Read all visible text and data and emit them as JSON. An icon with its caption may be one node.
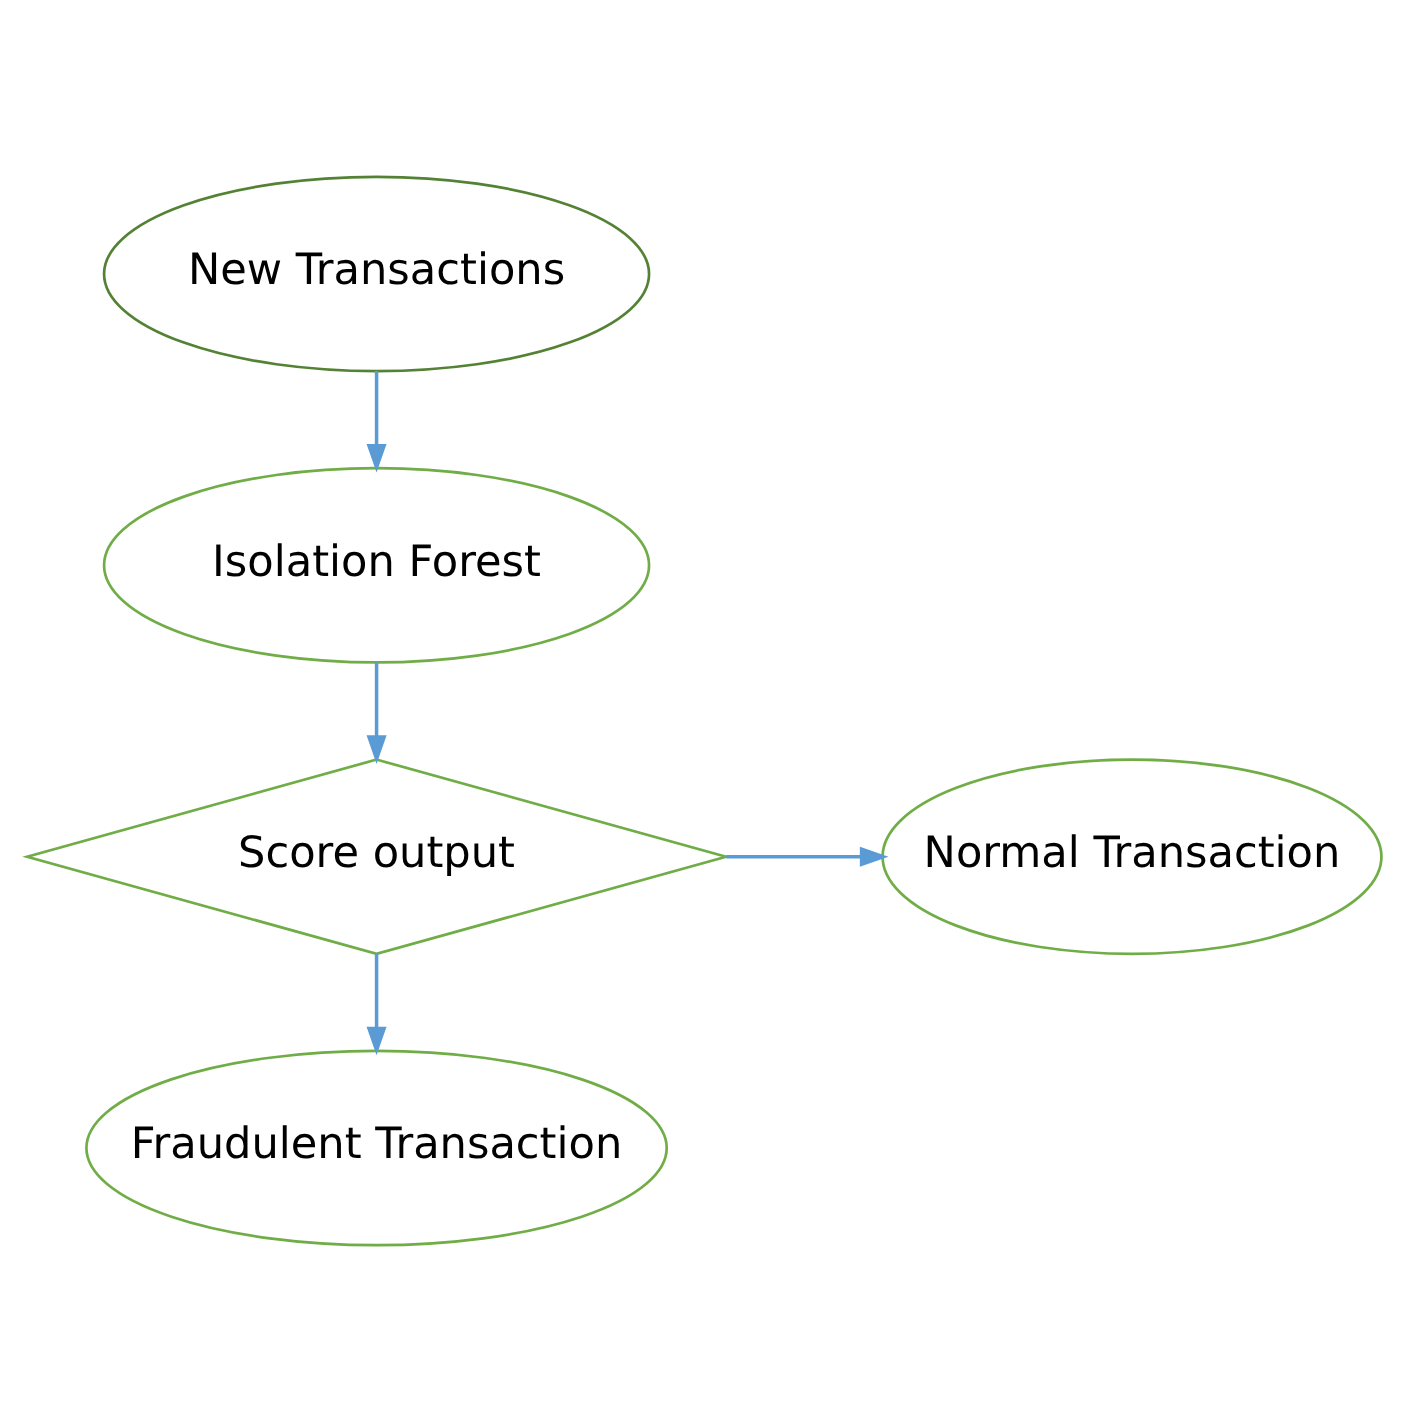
{
  "diagram": {
    "nodes": [
      {
        "text": [
          "New Transactions"
        ]
      },
      {
        "text": [
          "Isolation Forest"
        ]
      },
      {
        "text": [
          "Score output"
        ]
      },
      {
        "text": [
          "Normal Transaction"
        ]
      },
      {
        "text": [
          "Fraudulent Transaction"
        ]
      }
    ],
    "edges": [
      {
        "from": 0,
        "to": 1,
        "arrow": "to"
      },
      {
        "from": 1,
        "to": 2,
        "arrow": "to"
      },
      {
        "from": 2,
        "to": 3,
        "arrow": "to"
      },
      {
        "from": 2,
        "to": 4,
        "arrow": "to"
      }
    ]
  }
}
